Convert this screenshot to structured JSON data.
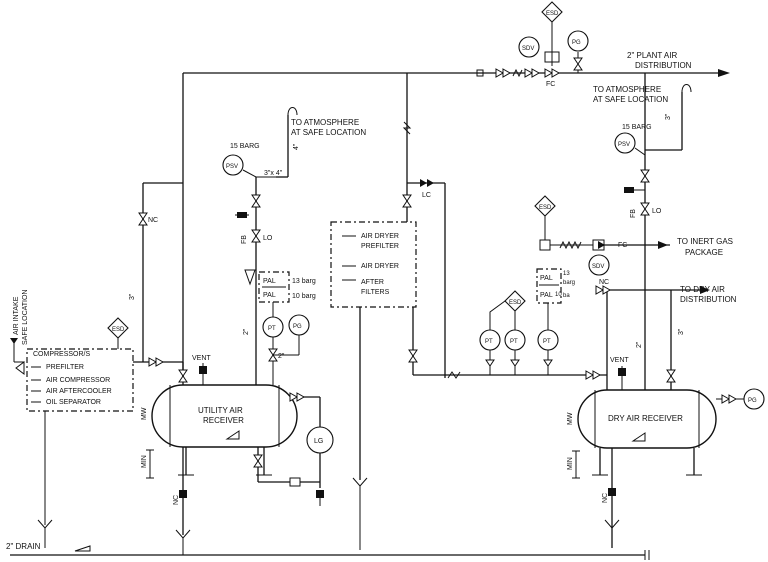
{
  "labels": {
    "plant_air_1": "2\" PLANT AIR",
    "plant_air_2": "DISTRIBUTION",
    "to_atm_left_1": "TO ATMOSPHERE",
    "to_atm_left_2": "AT SAFE LOCATION",
    "to_atm_right_1": "TO ATMOSPHERE",
    "to_atm_right_2": "AT SAFE LOCATION",
    "barg_left": "15 BARG",
    "barg_right": "15 BARG",
    "reducer": "3\"x 4\"",
    "inert_gas_1": "TO INERT GAS",
    "inert_gas_2": "PACKAGE",
    "dry_air_dist_1": "TO DRY AIR",
    "dry_air_dist_2": "DISTRIBUTION",
    "air_intake_1": "AIR INTAKE",
    "air_intake_2": "SAFE LOCATION",
    "drain": "2\" DRAIN",
    "vent_left": "VENT",
    "vent_right": "VENT",
    "nc": "NC",
    "lc": "LC",
    "lo": "LO",
    "fc": "FC",
    "fb": "FB",
    "mw": "MW",
    "min": "MIN",
    "pal_13": "13 barg",
    "pal_10": "10 barg",
    "pal_13r": "13",
    "pal_10r": "10",
    "pal_barg_r": "barg",
    "pal_ba_r": "ba",
    "size_4": "4\"",
    "size_3": "3\"",
    "size_2": "2\""
  },
  "compressor_box": {
    "title": "COMPRESSOR/S",
    "items": [
      "PREFILTER",
      "AIR COMPRESSOR",
      "AIR AFTERCOOLER",
      "OIL SEPARATOR"
    ]
  },
  "dryer_box": {
    "items": [
      "AIR DRYER",
      "PREFILTER",
      "AIR DRYER",
      "AFTER",
      "FILTERS"
    ]
  },
  "vessels": {
    "utility_1": "UTILITY AIR",
    "utility_2": "RECEIVER",
    "dry": "DRY AIR RECEIVER"
  },
  "instruments": {
    "esd": "ESD",
    "sdv": "SDV",
    "pg": "PG",
    "psv": "PSV",
    "pt": "PT",
    "lg": "LG",
    "pal": "PAL"
  }
}
